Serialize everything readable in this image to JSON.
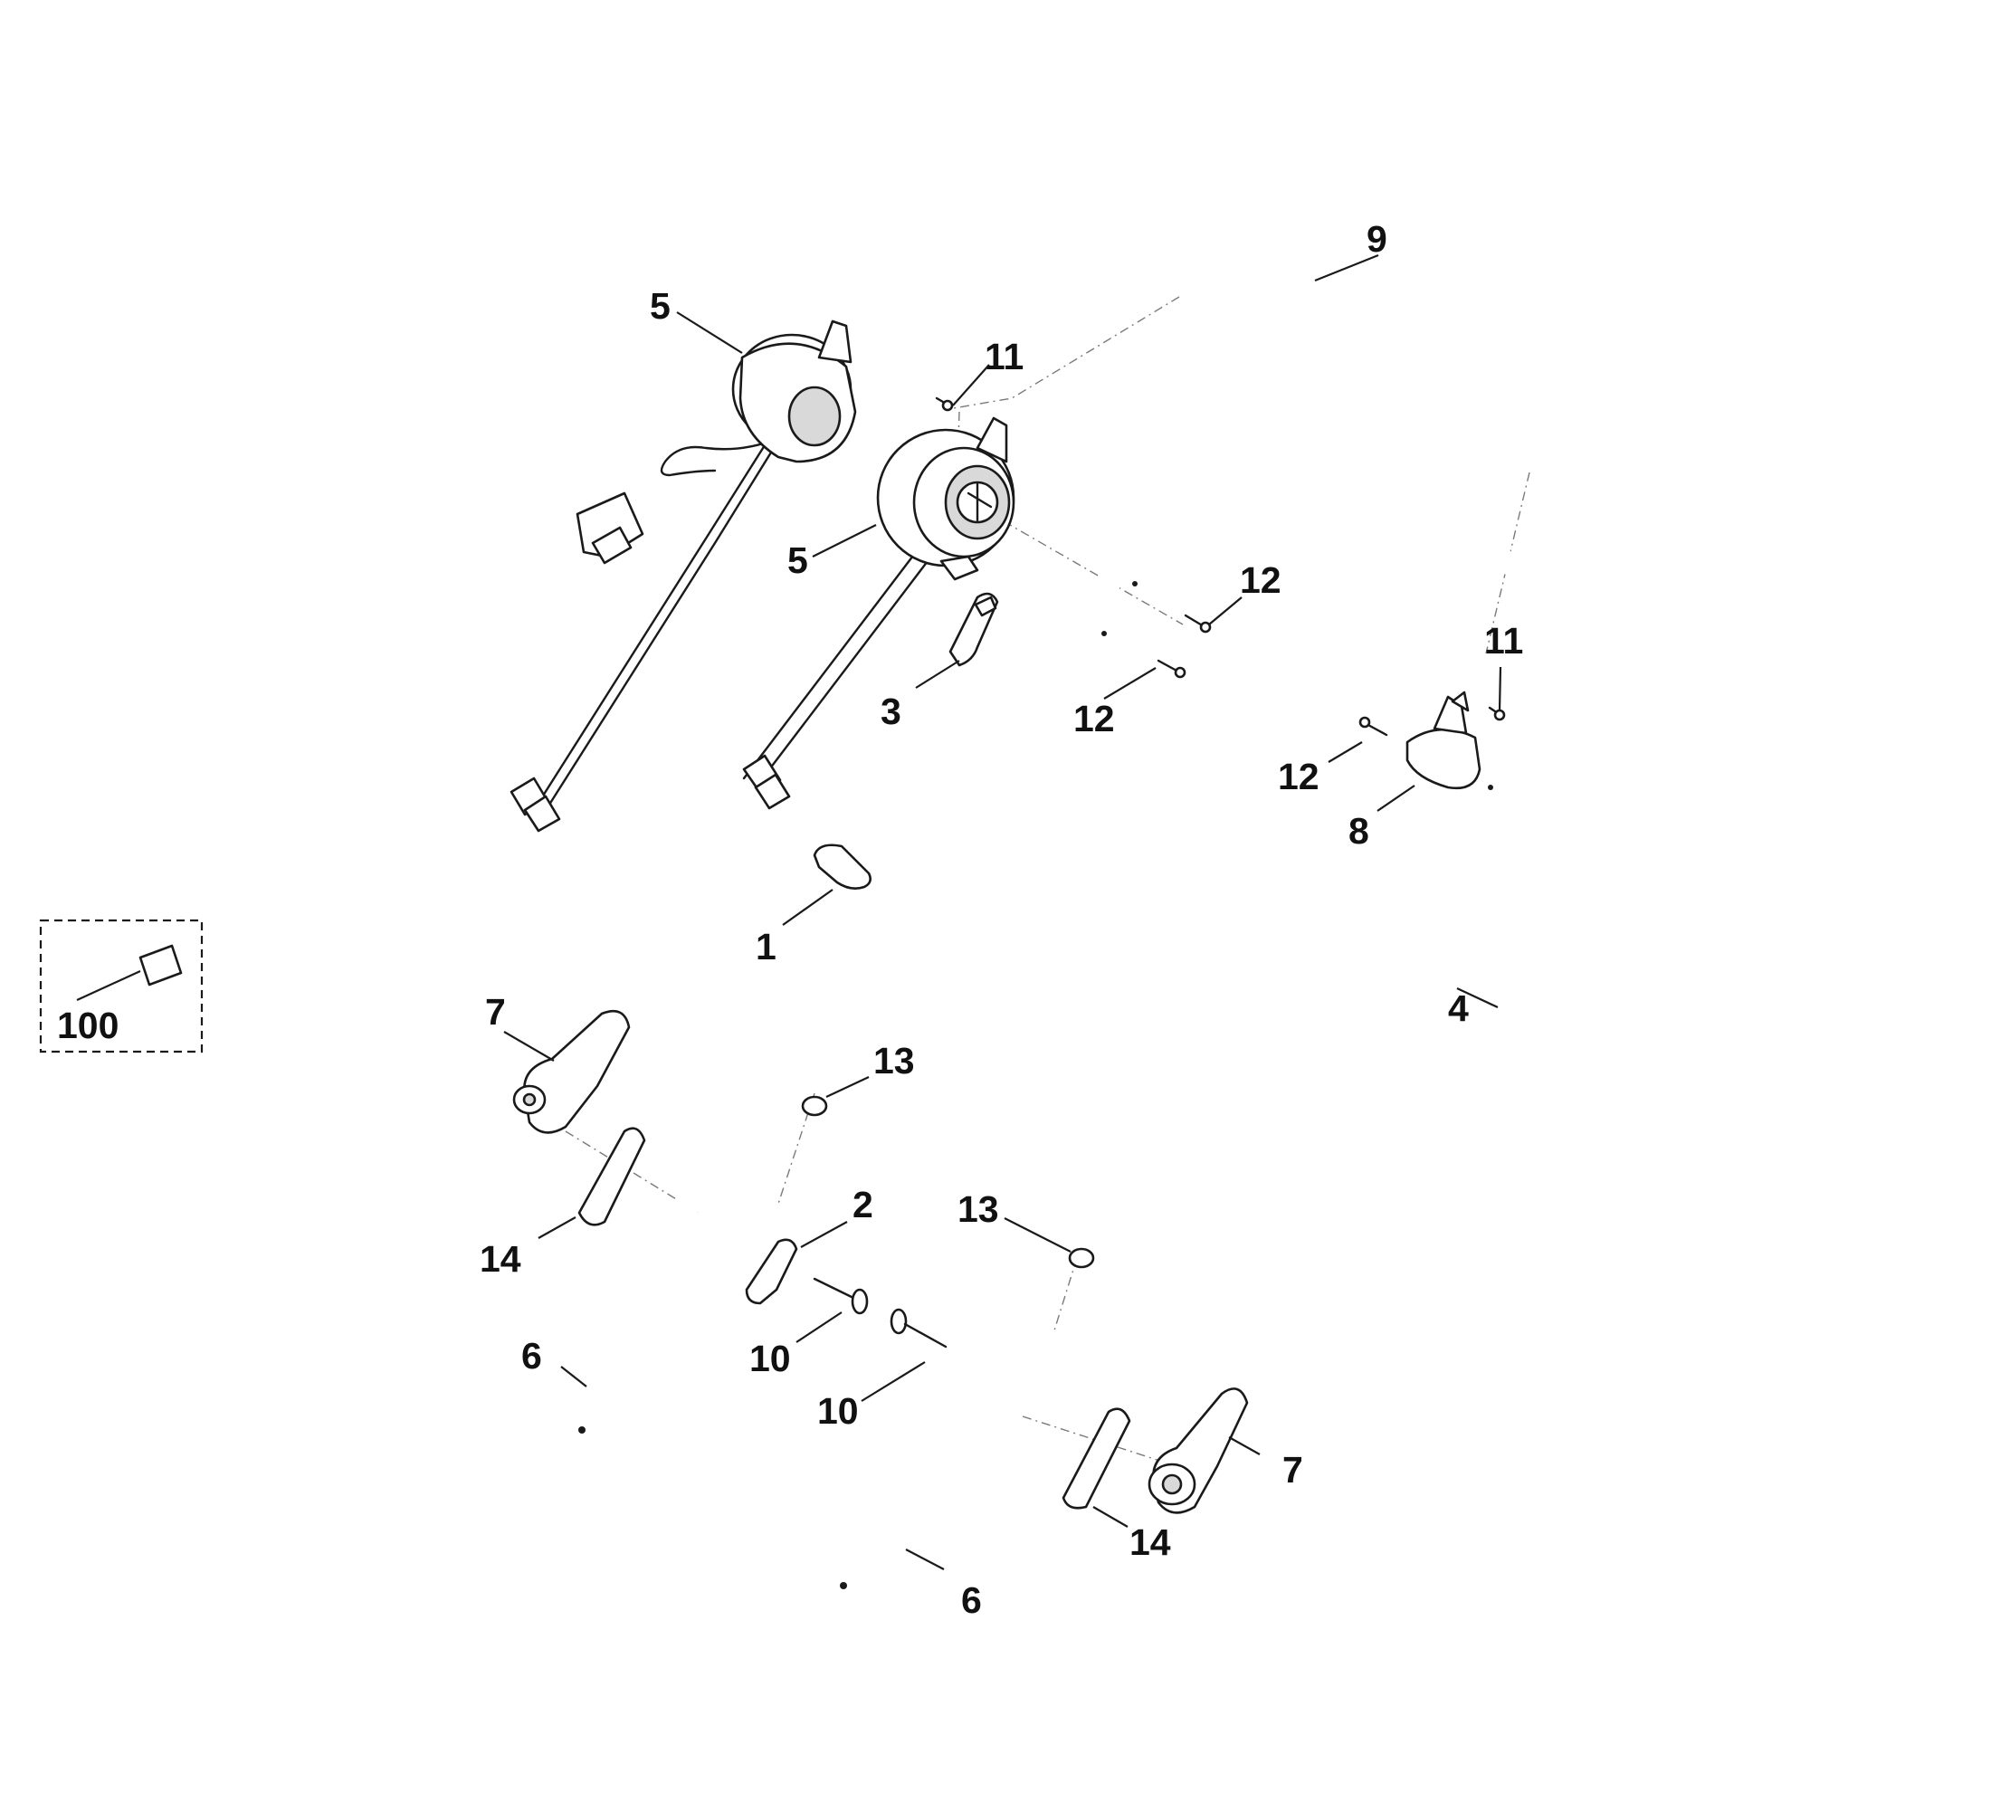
{
  "callouts": {
    "c1": "1",
    "c2": "2",
    "c3": "3",
    "c4": "4",
    "c5": "5",
    "c6": "6",
    "c7": "7",
    "c8": "8",
    "c9": "9",
    "c10": "10",
    "c11": "11",
    "c12": "12",
    "c13": "13",
    "c14": "14",
    "c100": "100"
  },
  "colors": {
    "line": "#1a1a1a",
    "background": "#ffffff",
    "dash": "#7a7a7a"
  }
}
